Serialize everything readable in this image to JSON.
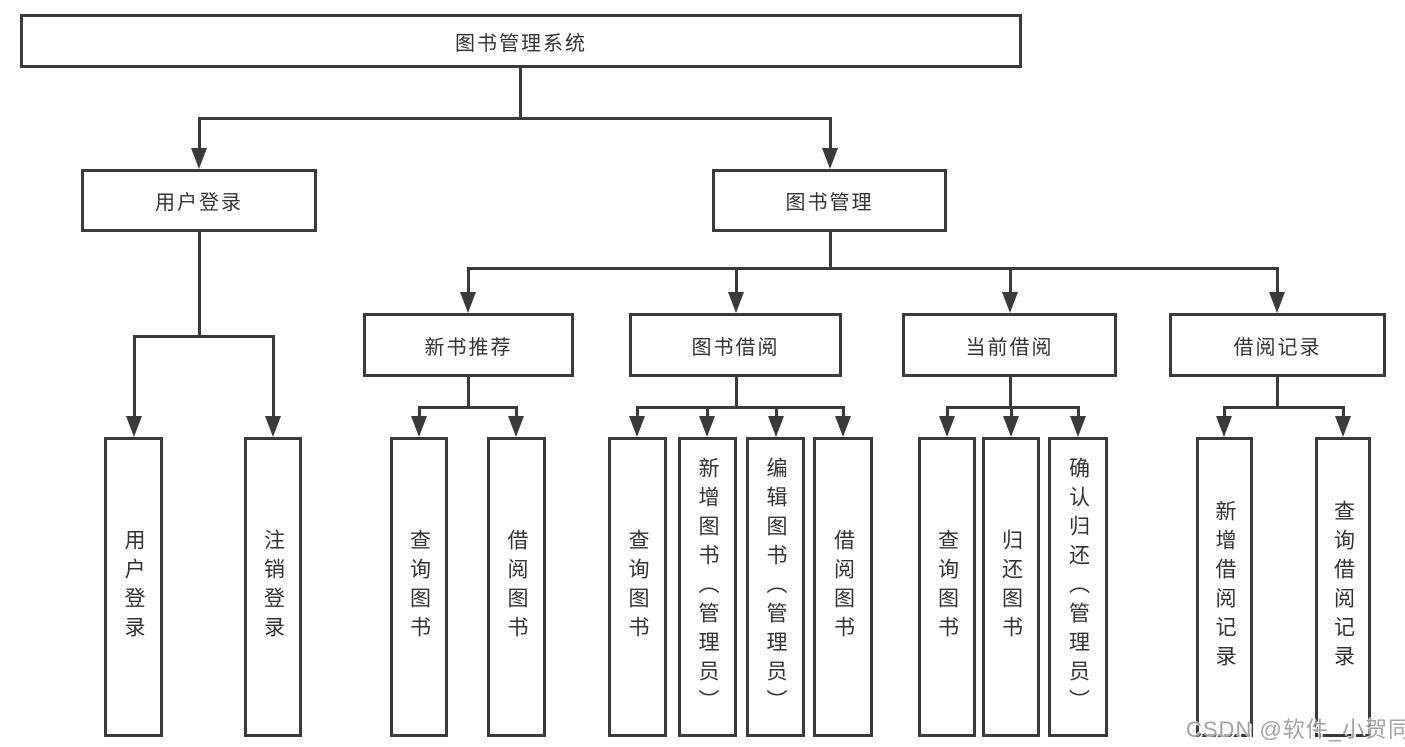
{
  "colors": {
    "line": "#3a3a3a",
    "box_border": "#3a3a3a",
    "text": "#333333",
    "background": "#ffffff",
    "watermark": "#a3a3a3"
  },
  "nodes": {
    "root": {
      "label": "图书管理系统"
    },
    "login": {
      "label": "用户登录",
      "children": [
        {
          "label": "用户登录"
        },
        {
          "label": "注销登录"
        }
      ]
    },
    "mgmt": {
      "label": "图书管理"
    },
    "modules": [
      {
        "label": "新书推荐",
        "children": [
          {
            "label": "查询图书"
          },
          {
            "label": "借阅图书"
          }
        ]
      },
      {
        "label": "图书借阅",
        "children": [
          {
            "label": "查询图书"
          },
          {
            "label": "新增图书（管理员）"
          },
          {
            "label": "编辑图书（管理员）"
          },
          {
            "label": "借阅图书"
          }
        ]
      },
      {
        "label": "当前借阅",
        "children": [
          {
            "label": "查询图书"
          },
          {
            "label": "归还图书"
          },
          {
            "label": "确认归还（管理员）"
          }
        ]
      },
      {
        "label": "借阅记录",
        "children": [
          {
            "label": "新增借阅记录"
          },
          {
            "label": "查询借阅记录"
          }
        ]
      }
    ]
  },
  "watermark": "CSDN @软件_小贺同学"
}
